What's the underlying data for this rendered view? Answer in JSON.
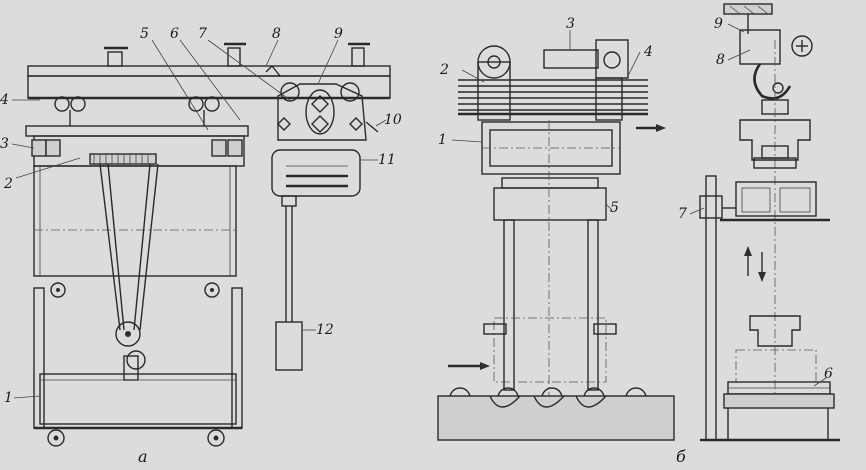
{
  "figure_a": {
    "caption": "а",
    "callouts": [
      "1",
      "2",
      "3",
      "4",
      "5",
      "6",
      "7",
      "8",
      "9",
      "10",
      "11",
      "12"
    ]
  },
  "figure_b": {
    "caption": "б",
    "callouts": [
      "1",
      "2",
      "3",
      "4",
      "5",
      "6",
      "7",
      "8",
      "9"
    ]
  },
  "colors": {
    "paper": "#dcdcdc",
    "ink": "#2a2a2a"
  }
}
